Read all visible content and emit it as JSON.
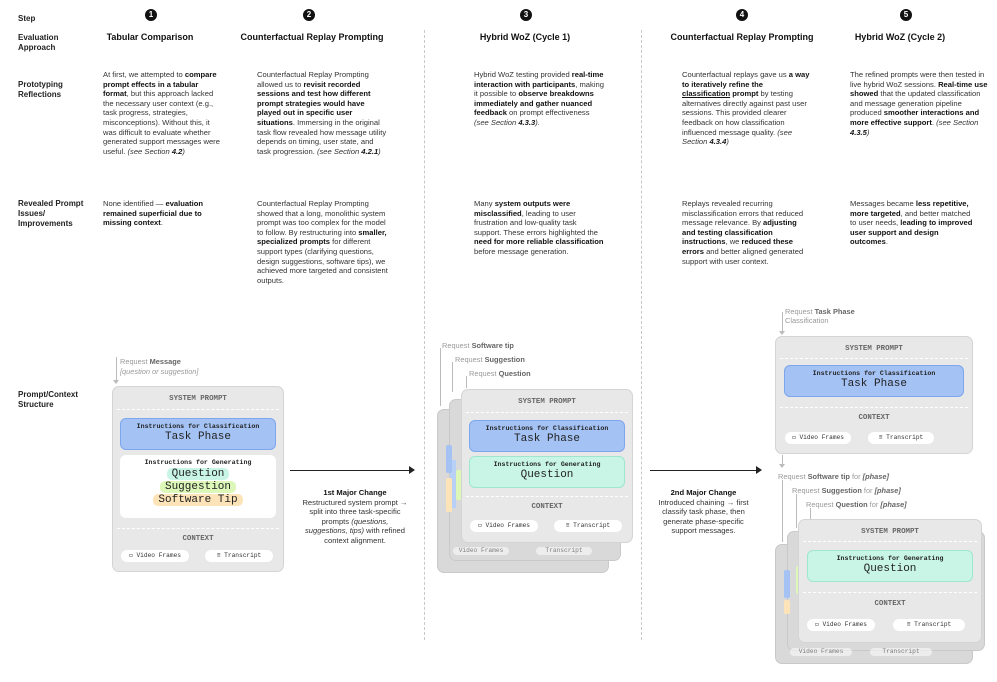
{
  "row_labels": {
    "step": "Step",
    "evaluation": "Evaluation Approach",
    "reflections": "Prototyping Reflections",
    "issues": "Revealed Prompt Issues/ Improvements",
    "structure": "Prompt/Context Structure"
  },
  "steps": [
    {
      "num": "1",
      "title": "Tabular Comparison"
    },
    {
      "num": "2",
      "title": "Counterfactual Replay Prompting"
    },
    {
      "num": "3",
      "title": "Hybrid WoZ (Cycle 1)"
    },
    {
      "num": "4",
      "title": "Counterfactual Replay Prompting"
    },
    {
      "num": "5",
      "title": "Hybrid WoZ (Cycle 2)"
    }
  ],
  "reflections": {
    "c1": {
      "p1": "At first, we attempted to ",
      "b1": "compare prompt effects in a tabular format",
      "p2": ", but this approach lacked the necessary user context (e.g., task progress, strategies, misconceptions). Without this, it was difficult to evaluate whether generated support messages were useful.",
      "see": "(see Section ",
      "sec": "4.2",
      "end": ")"
    },
    "c2": {
      "p1": "Counterfactual Replay Prompting allowed us to ",
      "b1": "revisit recorded sessions and test how different prompt strategies would have played out in specific user situations",
      "p2": ". Immersing in the original task flow revealed how message utility depends on timing, user state, and task progression.",
      "see": "(see Section ",
      "sec": "4.2.1",
      "end": ")"
    },
    "c3": {
      "p1": "Hybrid WoZ testing provided ",
      "b1": "real-time interaction with participants",
      "p2": ", making it possible to ",
      "b2": "observe breakdowns immediately and gather nuanced feedback",
      "p3": " on prompt effectiveness ",
      "see": "(see Section ",
      "sec": "4.3.3",
      "end": ")."
    },
    "c4": {
      "p1": "Counterfactual replays gave us ",
      "b1": "a way to iteratively refine the ",
      "u1": "classification",
      "b2": " prompt",
      "p2": " by testing alternatives directly against past user sessions. This provided clearer feedback on how classification influenced message quality.",
      "see": "(see Section ",
      "sec": "4.3.4",
      "end": ")"
    },
    "c5": {
      "p1": "The refined prompts were then tested in live hybrid WoZ sessions. ",
      "b1": "Real-time use showed",
      "p2": " that the updated classification and message generation pipeline produced ",
      "b2": "smoother interactions and more effective support",
      "p3": ".",
      "see": "(see Section ",
      "sec": "4.3.5",
      "end": ")"
    }
  },
  "issues": {
    "c1": {
      "p1": "None identified — ",
      "b1": "evaluation remained superficial due to missing context",
      "p2": "."
    },
    "c2": {
      "p1": "Counterfactual Replay Prompting showed that a long, monolithic system prompt was too complex for the model to follow. By restructuring into ",
      "b1": "smaller, specialized prompts",
      "p2": " for different support types (clarifying questions, design suggestions, software tips), we achieved more targeted and consistent outputs."
    },
    "c3": {
      "p1": "Many ",
      "b1": "system outputs were misclassified",
      "p2": ", leading to user frustration and low-quality task support. These errors highlighted the ",
      "b2": "need for more reliable classification",
      "p3": " before message generation."
    },
    "c4": {
      "p1": "Replays revealed recurring misclassification errors that reduced message relevance. By ",
      "b1": "adjusting and testing classification instructions",
      "p2": ", we ",
      "b2": "reduced these errors",
      "p3": " and better aligned generated support with user context."
    },
    "c5": {
      "p1": "Messages became ",
      "b1": "less repetitive, more targeted",
      "p2": ", and better matched to user needs, ",
      "b2": "leading to improved user support and design outcomes",
      "p3": "."
    }
  },
  "diagram1": {
    "req_prefix": "Request ",
    "req_bold": "Message",
    "req_sub": "[question or suggestion]",
    "system": "SYSTEM PROMPT",
    "instr_class": "Instructions for Classification",
    "task_phase": "Task Phase",
    "instr_gen": "Instructions for Generating",
    "question": "Question",
    "suggestion": "Suggestion",
    "software_tip": "Software Tip",
    "context": "CONTEXT",
    "video": "Video Frames",
    "transcript": "Transcript"
  },
  "change1": {
    "title": "1st Major Change",
    "p1": "Restructured system prompt → split into three task-specific prompts ",
    "i1": "(questions, suggestions, tips)",
    "p2": " with refined context alignment."
  },
  "diagram3": {
    "req1_prefix": "Request ",
    "req1_bold": "Software tip",
    "req2_prefix": "Request ",
    "req2_bold": "Suggestion",
    "req3_prefix": "Request ",
    "req3_bold": "Question",
    "system": "SYSTEM PROMPT",
    "instr_class": "Instructions for Classification",
    "task_phase": "Task Phase",
    "instr_gen": "Instructions for Generating",
    "question": "Question",
    "context": "CONTEXT",
    "video": "Video Frames",
    "transcript": "Transcript",
    "peek_video": "Video Frames",
    "peek_transcript": "Transcript"
  },
  "change2": {
    "title": "2nd Major Change",
    "text": "Introduced chaining → first classify task phase, then generate phase-specific support messages."
  },
  "diagram5": {
    "top_req_prefix": "Request ",
    "top_req_bold": "Task Phase",
    "top_req_sub": "Classification",
    "system": "SYSTEM PROMPT",
    "instr_class": "Instructions for Classification",
    "task_phase": "Task Phase",
    "context": "CONTEXT",
    "video": "Video Frames",
    "transcript": "Transcript",
    "req1_prefix": "Request ",
    "req1_bold": "Software tip",
    "req1_mid": " for ",
    "req1_phase": "[phase]",
    "req2_prefix": "Request ",
    "req2_bold": "Suggestion",
    "req2_mid": " for ",
    "req2_phase": "[phase]",
    "req3_prefix": "Request ",
    "req3_bold": "Question",
    "req3_mid": " for ",
    "req3_phase": "[phase]",
    "system2": "SYSTEM PROMPT",
    "instr_gen": "Instructions for Generating",
    "question": "Question",
    "context2": "CONTEXT",
    "video2": "Video Frames",
    "transcript2": "Transcript",
    "peek_video": "Video Frames",
    "peek_transcript": "Transcript"
  },
  "colors": {
    "blue": "#a4c2f4",
    "mint": "#c8f5e6",
    "green_pill": "#dcf7b8",
    "orange_pill": "#fde4b8",
    "gray_card": "#e8e8e8"
  }
}
